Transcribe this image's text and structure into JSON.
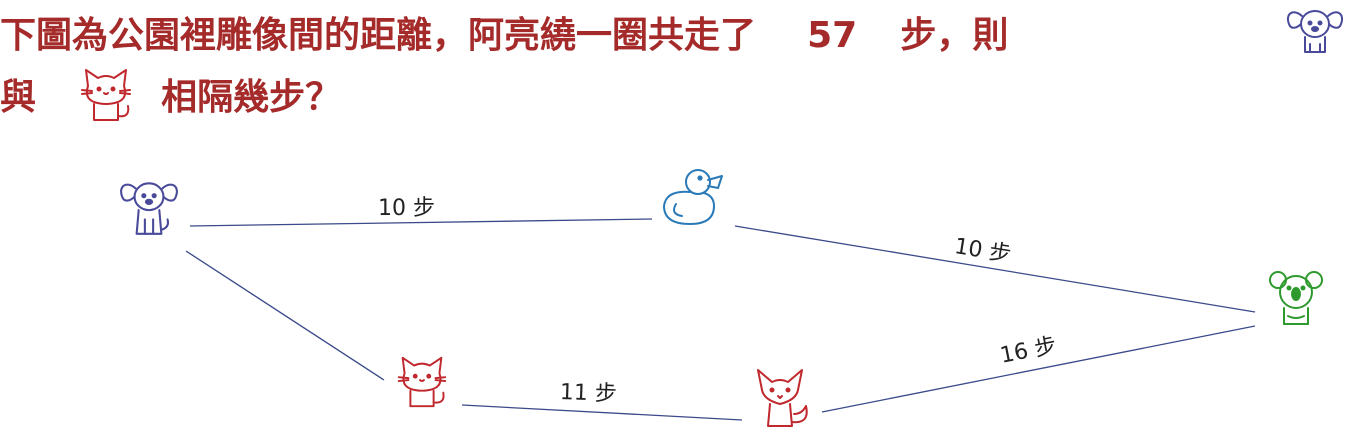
{
  "question": {
    "line1_a": "下圖為公園裡雕像間的距離，阿亮繞一圈共走了",
    "total_steps": "57",
    "line1_b": "步，則",
    "line2_a": "與",
    "line2_b": "相隔幾步？"
  },
  "distances": {
    "dog_duck": "10 步",
    "duck_koala": "10 步",
    "koala_fox": "16 步",
    "fox_cat": "11 步"
  },
  "colors": {
    "question_text": "#a52a2a",
    "dog": "#4a4a9a",
    "duck": "#2a7ab8",
    "koala": "#2e9a2e",
    "cat": "#c0282d",
    "fox": "#c0282d",
    "line": "#3a4a8a"
  },
  "icons": [
    "dog-icon",
    "duck-icon",
    "koala-icon",
    "cat-icon",
    "fox-icon"
  ]
}
